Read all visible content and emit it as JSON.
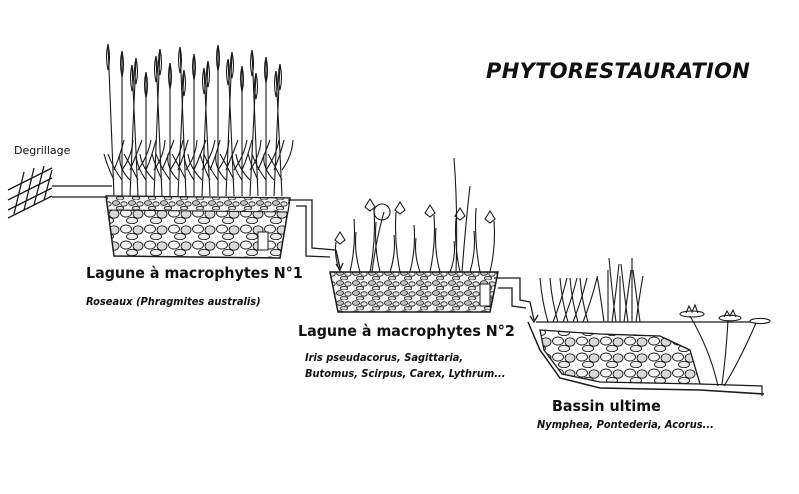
{
  "title": "PHYTORESTAURATION",
  "inlet": {
    "label": "Degrillage"
  },
  "stages": [
    {
      "name": "Lagune à macrophytes N°1",
      "species": [
        "Roseaux (Phragmites australis)"
      ]
    },
    {
      "name": "Lagune à macrophytes N°2",
      "species": [
        "Iris pseudacorus, Sagittaria,",
        "Butomus, Scirpus, Carex, Lythrum..."
      ]
    },
    {
      "name": "Bassin ultime",
      "species": [
        "Nymphea, Pontederia, Acorus..."
      ]
    }
  ],
  "colors": {
    "ink": "#1a1a1a",
    "background": "#ffffff",
    "soil": "#cfcfcf"
  }
}
